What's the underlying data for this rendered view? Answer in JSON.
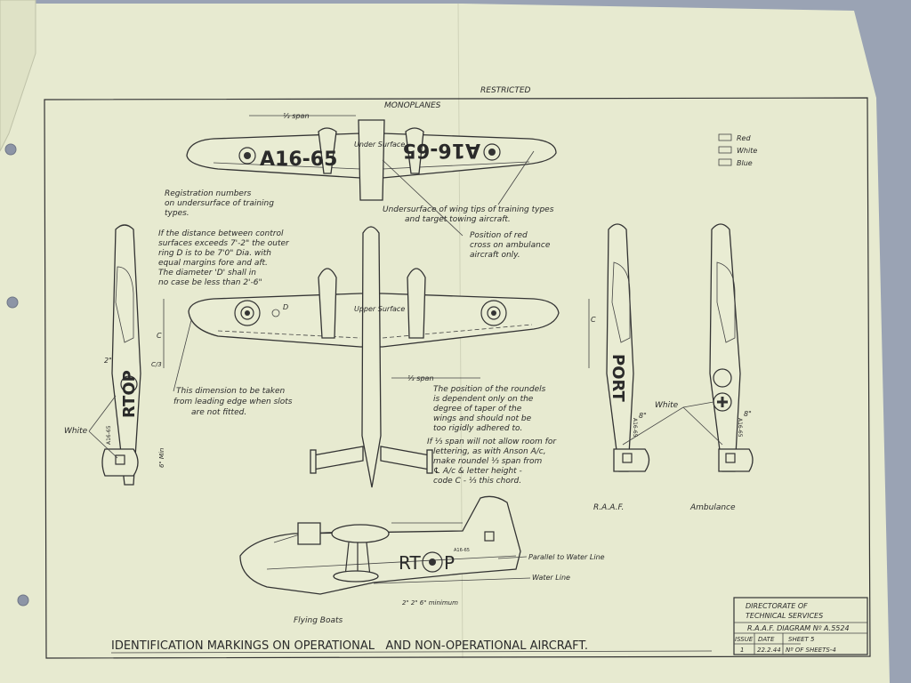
{
  "header": {
    "restricted": "RESTRICTED",
    "section": "MONOPLANES"
  },
  "legend": {
    "items": [
      {
        "label": "Red",
        "pattern": "plain"
      },
      {
        "label": "White",
        "pattern": "dots"
      },
      {
        "label": "Blue",
        "pattern": "hatch"
      }
    ]
  },
  "registration_left": "A16-65",
  "registration_right": "A16-65",
  "labels": {
    "under_surface": "Under Surface",
    "upper_surface": "Upper Surface",
    "third_span_top": "⅓ span",
    "third_span_mid": "⅓ span",
    "dim_c": "C",
    "dim_d": "D",
    "dim_c_right": "C",
    "dim_c_3": "C/3",
    "white_left": "White",
    "white_right": "White",
    "dim_2": "2\"",
    "dim_6min": "6\" Min",
    "dim_8": "8\"",
    "dim_8b": "8\"",
    "raaf": "R.A.A.F.",
    "ambulance": "Ambulance",
    "flying_boats": "Flying Boats",
    "parallel_water": "Parallel to Water Line",
    "water_line": "Water Line",
    "dim_bottom": "2\"     2\"    6\" minimum",
    "rtop_side": "RT",
    "rtop_side_p": "P",
    "port_vertical": "PORT",
    "rtop_vertical": "RTOP",
    "small_reg": "A16-65"
  },
  "notes": {
    "registration": [
      "Registration numbers",
      "on undersurface of training",
      "types."
    ],
    "undersurface_tips": [
      "Undersurface of wing tips of training types",
      "and target towing aircraft."
    ],
    "red_cross": [
      "Position of red",
      "cross on ambulance",
      "aircraft only."
    ],
    "distance": [
      "If the distance between control",
      "surfaces exceeds 7'-2\" the outer",
      "ring D is to be 7'0\" Dia. with",
      "equal margins fore and aft.",
      "The diameter 'D' shall in",
      "no case be less than 2'-6\""
    ],
    "dimension": [
      "This dimension to be taken",
      "from leading edge when slots",
      "are not fitted."
    ],
    "roundels": [
      "The position of the roundels",
      "is dependent only on the",
      "degree of taper of the",
      "wings and should not be",
      "too rigidly adhered to.",
      "If ⅓ span will not allow room for",
      "lettering, as with Anson A/c,",
      "make roundel ⅓ span from",
      "℄ A/c & letter height -",
      "code C - ⅓ this chord."
    ]
  },
  "title_block": {
    "directorate": [
      "DIRECTORATE OF",
      "TECHNICAL SERVICES"
    ],
    "diagram": "R.A.A.F. DIAGRAM Nº A.5524",
    "issue_label": "ISSUE",
    "issue_value": "1",
    "date_label": "DATE",
    "date_value": "22.2.44",
    "sheet": "SHEET 5",
    "sheets": "Nº OF SHEETS-4"
  },
  "title": "IDENTIFICATION MARKINGS ON OPERATIONAL   AND NON-OPERATIONAL AIRCRAFT.",
  "colors": {
    "paper": "#e7ead0",
    "ink": "#2a2a2a",
    "background": "#9aa3b4"
  }
}
